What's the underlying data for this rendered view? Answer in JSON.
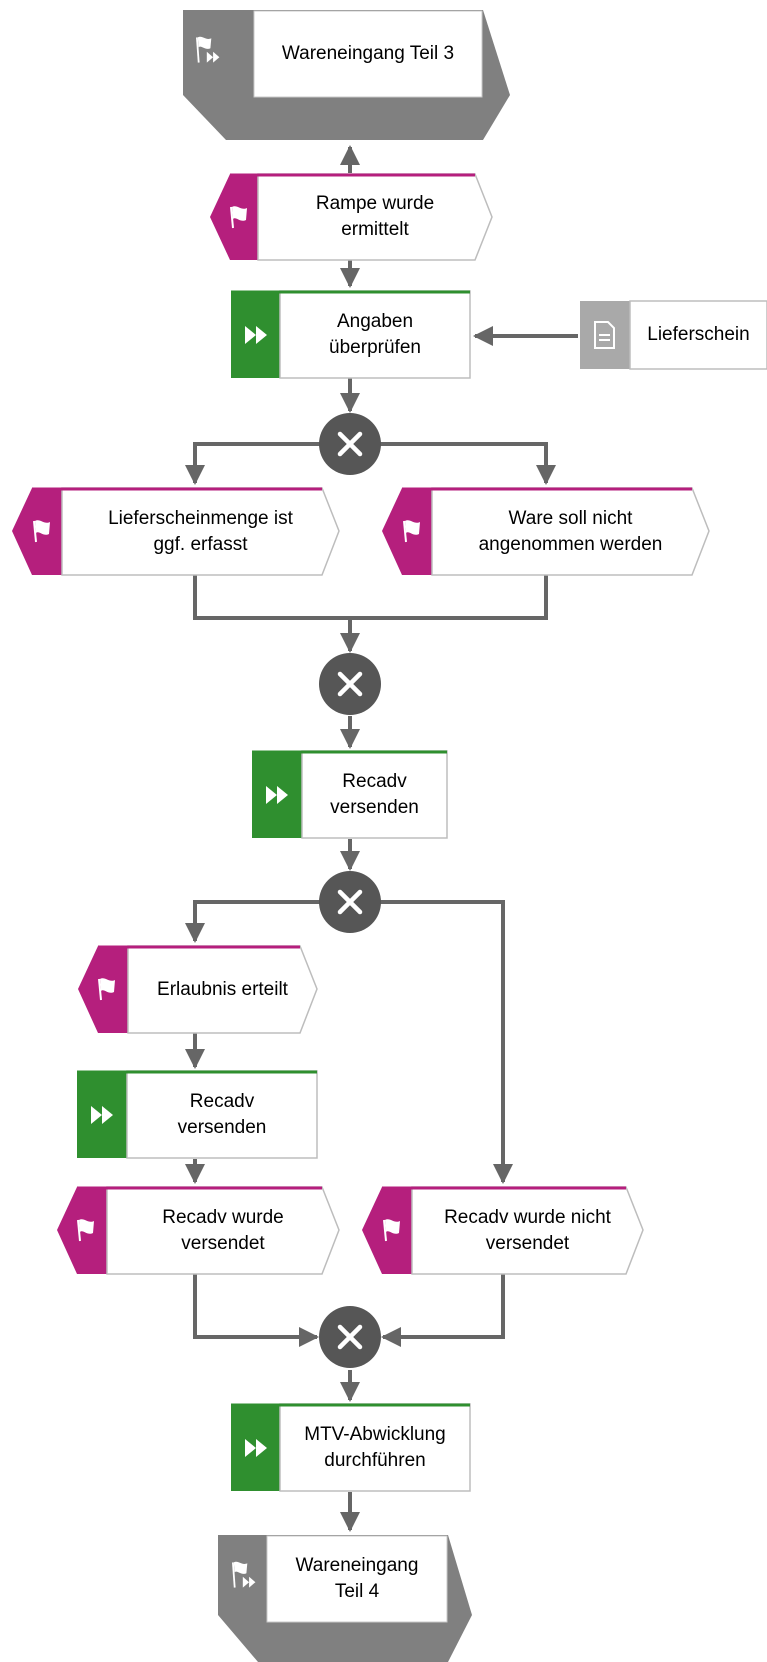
{
  "title": "",
  "colors": {
    "event": "#b51f7d",
    "function": "#2f8f2f",
    "connector": "#565656",
    "process_interface": "#808080",
    "document": "#a9a9a9",
    "edge": "#666666"
  },
  "nodes": {
    "start_interface": {
      "type": "process-interface",
      "label": "Wareneingang Teil 3"
    },
    "event_rampe": {
      "type": "event",
      "label": "Rampe wurde\nermittelt"
    },
    "func_angaben": {
      "type": "function",
      "label": "Angaben\nüberprüfen"
    },
    "doc_lieferschein": {
      "type": "document",
      "label": "Lieferschein"
    },
    "xor_1": {
      "type": "xor-connector",
      "label": ""
    },
    "event_lieferscheinmenge": {
      "type": "event",
      "label": "Lieferscheinmenge ist\nggf. erfasst"
    },
    "event_ware_nicht": {
      "type": "event",
      "label": "Ware soll nicht\nangenommen werden"
    },
    "xor_2": {
      "type": "xor-connector",
      "label": ""
    },
    "func_recadv_1": {
      "type": "function",
      "label": "Recadv\nversenden"
    },
    "xor_3": {
      "type": "xor-connector",
      "label": ""
    },
    "event_erlaubnis": {
      "type": "event",
      "label": "Erlaubnis erteilt"
    },
    "func_recadv_2": {
      "type": "function",
      "label": "Recadv\nversenden"
    },
    "event_recadv_versendet": {
      "type": "event",
      "label": "Recadv wurde\nversendet"
    },
    "event_recadv_nicht": {
      "type": "event",
      "label": "Recadv wurde nicht\nversendet"
    },
    "xor_4": {
      "type": "xor-connector",
      "label": ""
    },
    "func_mtv": {
      "type": "function",
      "label": "MTV-Abwicklung\ndurchführen"
    },
    "end_interface": {
      "type": "process-interface",
      "label": "Wareneingang\nTeil 4"
    }
  },
  "edges": [
    [
      "event_rampe",
      "start_interface"
    ],
    [
      "event_rampe",
      "func_angaben"
    ],
    [
      "doc_lieferschein",
      "func_angaben"
    ],
    [
      "func_angaben",
      "xor_1"
    ],
    [
      "xor_1",
      "event_lieferscheinmenge"
    ],
    [
      "xor_1",
      "event_ware_nicht"
    ],
    [
      "event_lieferscheinmenge",
      "xor_2"
    ],
    [
      "event_ware_nicht",
      "xor_2"
    ],
    [
      "xor_2",
      "func_recadv_1"
    ],
    [
      "func_recadv_1",
      "xor_3"
    ],
    [
      "xor_3",
      "event_erlaubnis"
    ],
    [
      "xor_3",
      "event_recadv_nicht"
    ],
    [
      "event_erlaubnis",
      "func_recadv_2"
    ],
    [
      "func_recadv_2",
      "event_recadv_versendet"
    ],
    [
      "event_recadv_versendet",
      "xor_4"
    ],
    [
      "event_recadv_nicht",
      "xor_4"
    ],
    [
      "xor_4",
      "func_mtv"
    ],
    [
      "func_mtv",
      "end_interface"
    ]
  ]
}
